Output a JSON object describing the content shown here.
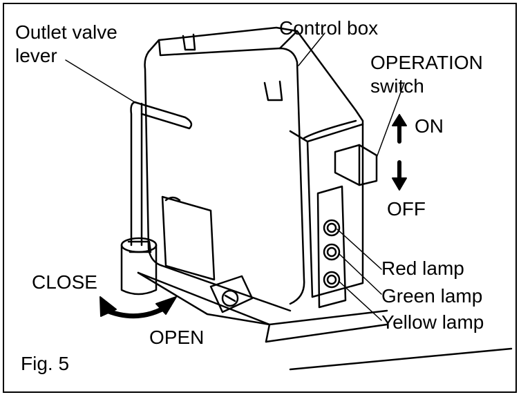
{
  "figure": {
    "caption": "Fig. 5",
    "labels": {
      "outlet_valve_lever_line1": "Outlet valve",
      "outlet_valve_lever_line2": "lever",
      "control_box": "Control box",
      "operation_switch_line1": "OPERATION",
      "operation_switch_line2": "switch",
      "on": "ON",
      "off": "OFF",
      "red_lamp": "Red lamp",
      "green_lamp": "Green lamp",
      "yellow_lamp": "Yellow lamp",
      "close": "CLOSE",
      "open": "OPEN"
    }
  }
}
